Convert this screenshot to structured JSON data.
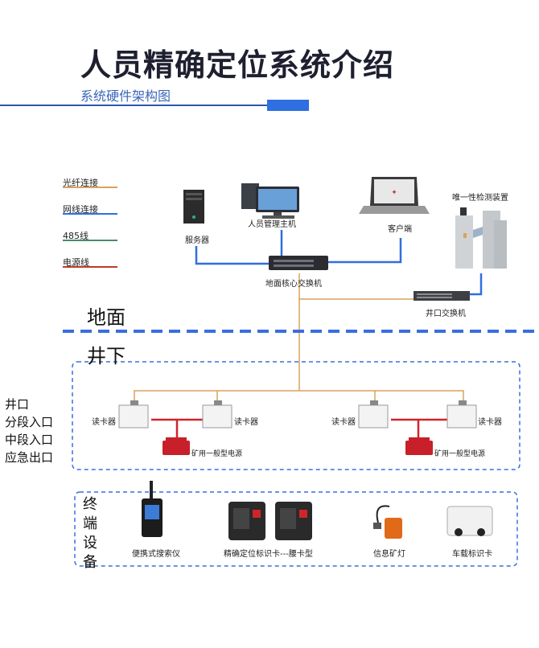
{
  "header": {
    "title": "人员精确定位系统介绍",
    "subtitle": "系统硬件架构图"
  },
  "legend": [
    {
      "label": "光纤连接",
      "color": "#d9a25e"
    },
    {
      "label": "网线连接",
      "color": "#2f6fe0"
    },
    {
      "label": "485线",
      "color": "#4a8c6a"
    },
    {
      "label": "电源线",
      "color": "#c0392b"
    }
  ],
  "ground": {
    "zone_label": "地面",
    "server": "服务器",
    "personnel_host": "人员管理主机",
    "client": "客户端",
    "unique_detector": "唯一性检测装置",
    "core_switch": "地面核心交换机",
    "shaft_switch": "井口交换机"
  },
  "underground": {
    "zone_label": "井下",
    "locations": [
      "井口",
      "分段入口",
      "中段入口",
      "应急出口"
    ],
    "readers": [
      "读卡器",
      "读卡器",
      "读卡器",
      "读卡器"
    ],
    "power_supplies": [
      "矿用一般型电源",
      "矿用一般型电源"
    ]
  },
  "terminals": {
    "zone_label": "终端设备",
    "devices": [
      "便携式搜索仪",
      "精确定位标识卡---腰卡型",
      "信息矿灯",
      "车载标识卡"
    ]
  },
  "colors": {
    "fiber": "#d9a25e",
    "network": "#2f6fe0",
    "power": "#d0242b",
    "dashed": "#3a6ee0",
    "accent": "#2f6fe0"
  }
}
